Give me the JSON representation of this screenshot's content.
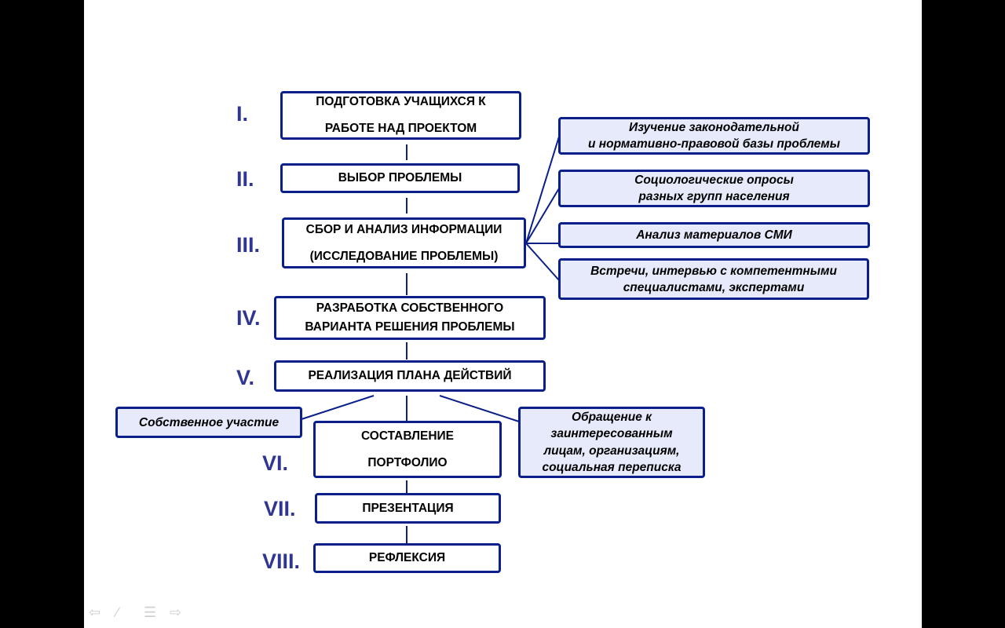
{
  "stages": [
    {
      "numeral": "I.",
      "label": "ПОДГОТОВКА УЧАЩИХСЯ К\nРАБОТЕ НАД ПРОЕКТОМ"
    },
    {
      "numeral": "II.",
      "label": "ВЫБОР ПРОБЛЕМЫ"
    },
    {
      "numeral": "III.",
      "label": "СБОР И АНАЛИЗ ИНФОРМАЦИИ\n(ИССЛЕДОВАНИЕ ПРОБЛЕМЫ)"
    },
    {
      "numeral": "IV.",
      "label": "РАЗРАБОТКА СОБСТВЕННОГО\nВАРИАНТА РЕШЕНИЯ ПРОБЛЕМЫ"
    },
    {
      "numeral": "V.",
      "label": "РЕАЛИЗАЦИЯ ПЛАНА ДЕЙСТВИЙ"
    },
    {
      "numeral": "VI.",
      "label": "СОСТАВЛЕНИЕ\nПОРТФОЛИО"
    },
    {
      "numeral": "VII.",
      "label": "ПРЕЗЕНТАЦИЯ"
    },
    {
      "numeral": "VIII.",
      "label": "РЕФЛЕКСИЯ"
    }
  ],
  "research_methods": [
    "Изучение законодательной\nи нормативно-правовой базы проблемы",
    "Социологические опросы\nразных групп населения",
    "Анализ  материалов СМИ",
    "Встречи, интервью с компетентными\nспециалистами, экспертами"
  ],
  "implementation_methods": {
    "left": "Собственное участие",
    "right": "Обращение к\nзаинтересованным\nлицам, организациям,\nсоциальная переписка"
  },
  "colors": {
    "border": "#0a1f8a",
    "numeral": "#2e3592",
    "side_fill": "#e6eafb"
  },
  "nav_icons": [
    "arrow-left-icon",
    "pen-icon",
    "menu-icon",
    "arrow-right-icon"
  ]
}
